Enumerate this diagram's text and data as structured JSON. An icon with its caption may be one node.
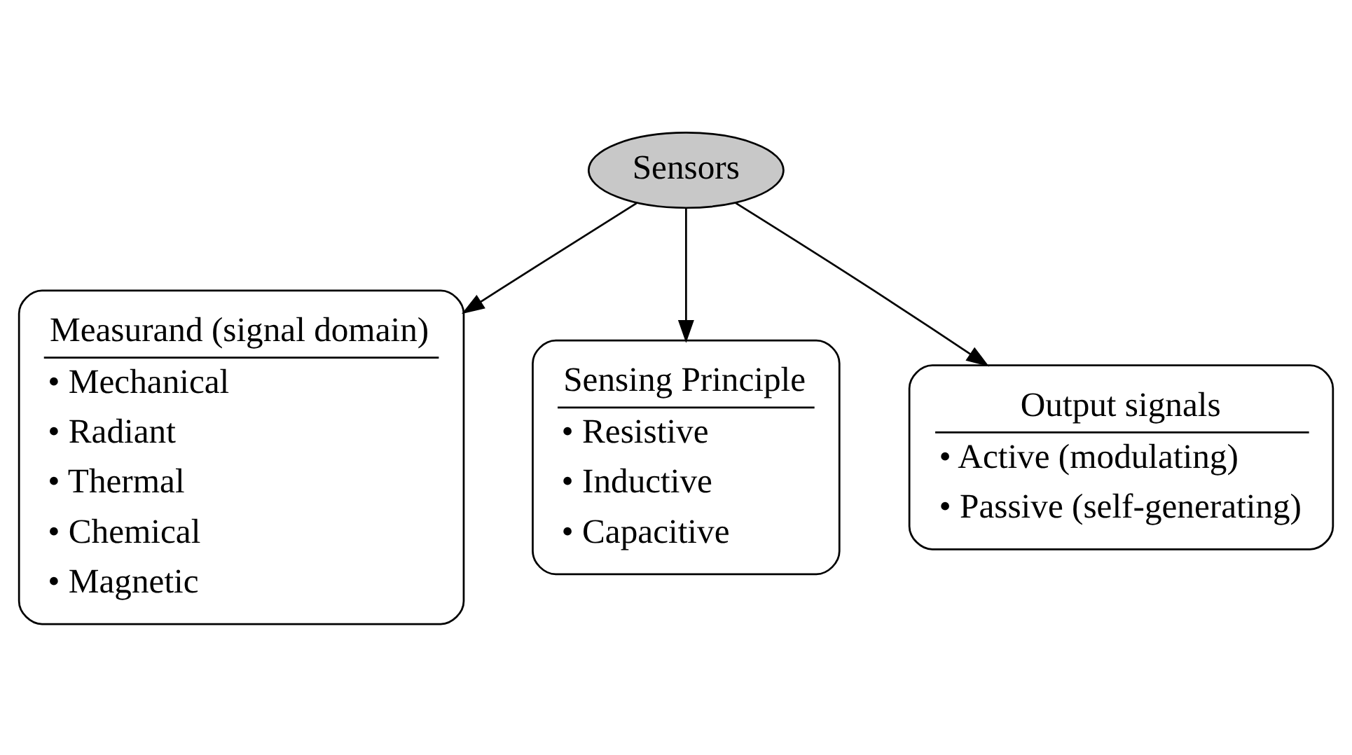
{
  "diagram": {
    "nodes": [
      {
        "text": [
          "Sensors"
        ]
      },
      {
        "text": [
          "Measurand (signal domain)",
          "• Mechanical",
          "• Radiant",
          "• Thermal",
          "• Chemical",
          "• Magnetic"
        ]
      },
      {
        "text": [
          "Sensing Principle",
          "• Resistive",
          "• Inductive",
          "• Capacitive"
        ]
      },
      {
        "text": [
          "Output signals",
          "• Active (modulating)",
          "• Passive (self-generating)"
        ]
      }
    ],
    "edges": [
      {
        "from": 0,
        "to": 1,
        "arrow": "to"
      },
      {
        "from": 0,
        "to": 2,
        "arrow": "to"
      },
      {
        "from": 0,
        "to": 3,
        "arrow": "to"
      }
    ]
  }
}
